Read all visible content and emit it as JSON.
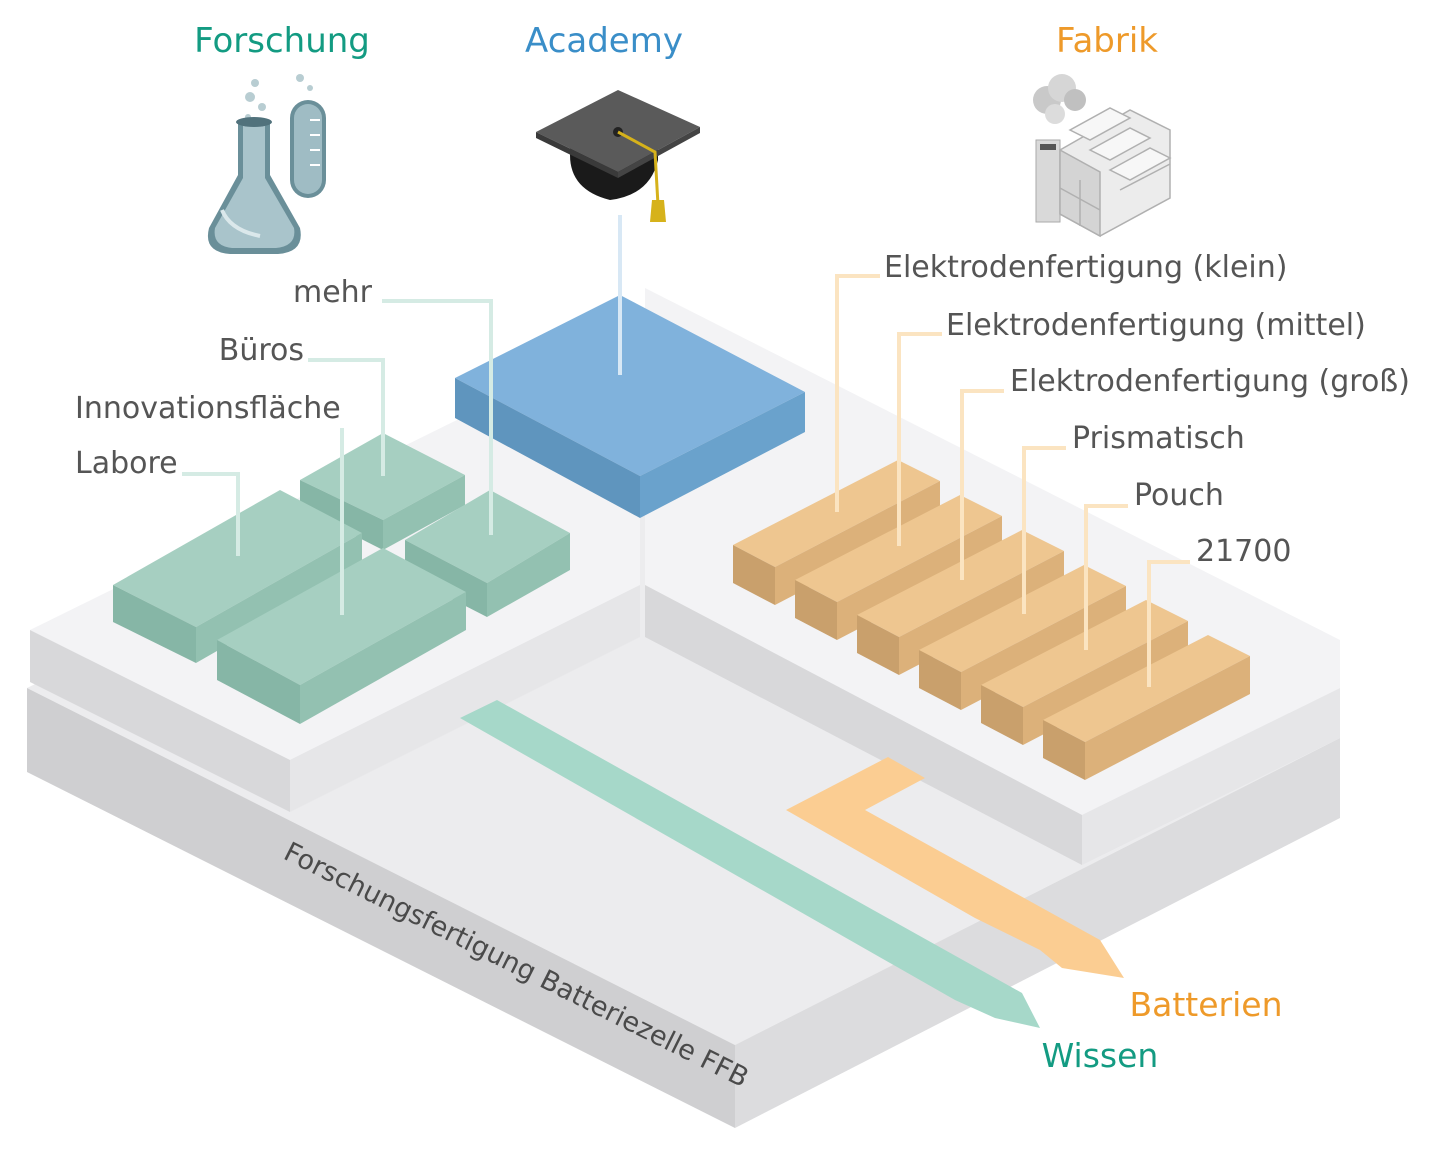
{
  "sections": {
    "forschung": "Forschung",
    "academy": "Academy",
    "fabrik": "Fabrik"
  },
  "forschung_labels": {
    "mehr": "mehr",
    "bueros": "Büros",
    "innovationsflaeche": "Innovationsfläche",
    "labore": "Labore"
  },
  "fabrik_labels": {
    "elektroden_klein": "Elektrodenfertigung (klein)",
    "elektroden_mittel": "Elektrodenfertigung (mittel)",
    "elektroden_gross": "Elektrodenfertigung (groß)",
    "prismatisch": "Prismatisch",
    "pouch": "Pouch",
    "zelle_21700": "21700"
  },
  "base_label": "Forschungsfertigung Batteriezelle FFB",
  "outputs": {
    "batterien": "Batterien",
    "wissen": "Wissen"
  },
  "colors": {
    "forschung": "#139b82",
    "academy": "#3a8ec8",
    "fabrik": "#ee9a2a",
    "green_block": "#a2ccbe",
    "blue_block": "#80b2dc",
    "orange_block": "#eec690",
    "base": "#e8e8ea"
  },
  "icons": {
    "forschung": "flask-testtube-icon",
    "academy": "graduation-cap-icon",
    "fabrik": "factory-icon"
  }
}
